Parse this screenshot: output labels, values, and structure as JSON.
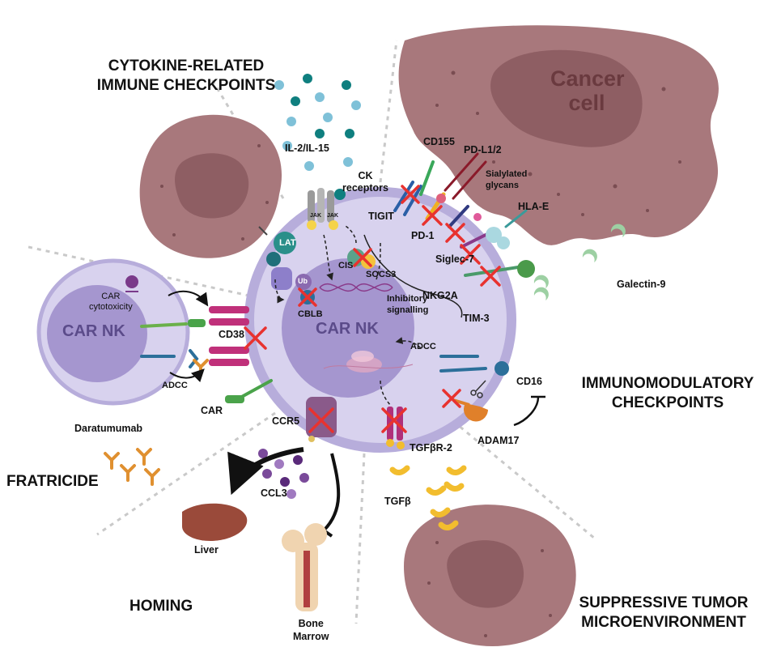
{
  "sections": {
    "cytokine": [
      "CYTOKINE-RELATED",
      "IMMUNE CHECKPOINTS"
    ],
    "immunomodulatory": [
      "IMMUNOMODULATORY",
      "CHECKPOINTS"
    ],
    "fratricide": "FRATRICIDE",
    "homing": "HOMING",
    "tme": [
      "SUPPRESSIVE TUMOR",
      "MICROENVIRONMENT"
    ]
  },
  "cells": {
    "cancer": [
      "Cancer",
      "cell"
    ],
    "car_nk_main": "CAR NK",
    "car_nk_left": "CAR NK"
  },
  "labels": {
    "il2_il15": "IL-2/IL-15",
    "ck_receptors": [
      "CK",
      "receptors"
    ],
    "cd155": "CD155",
    "pdl12": "PD-L1/2",
    "sialylated": [
      "Sialylated",
      "glycans"
    ],
    "hla_e": "HLA-E",
    "tigit": "TIGIT",
    "pd1": "PD-1",
    "siglec7": "Siglec-7",
    "nkg2a": "NKG2A",
    "tim3": "TIM-3",
    "galectin9": "Galectin-9",
    "lat": "LAT",
    "ub": "Ub",
    "cis": "CIS",
    "socs3": "SOCS3",
    "cblb": "CBLB",
    "inhibitory": [
      "Inhibitory",
      "signalling"
    ],
    "car_cytotoxicity": [
      "CAR",
      "cytotoxicity"
    ],
    "cd38": "CD38",
    "adcc_left": "ADCC",
    "adcc_right": "ADCC",
    "car": "CAR",
    "daratumumab": "Daratumumab",
    "ccr5": "CCR5",
    "ccl3": "CCL3",
    "liver": "Liver",
    "bone_marrow": [
      "Bone",
      "Marrow"
    ],
    "tgfbr2": "TGFβR-2",
    "tgfb": "TGFβ",
    "cd16": "CD16",
    "adam17": "ADAM17",
    "jak": "JAK"
  },
  "colors": {
    "cancer_cell": "#a8787c",
    "cancer_nucleus": "#8e5e63",
    "nk_membrane": "#b7addb",
    "nk_cytoplasm": "#d8d2ee",
    "nk_nucleus": "#a596cf",
    "cross": "#e8322f",
    "cytokine_light": "#7fc1d8",
    "cytokine_dark": "#0f7f7f",
    "galectin": "#9dd0a3",
    "tgfb": "#f2bd2e"
  }
}
